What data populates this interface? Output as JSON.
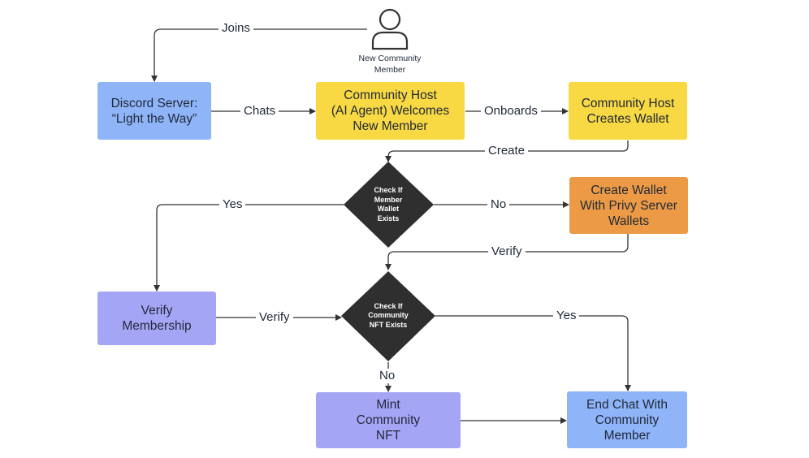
{
  "actor": {
    "label_line1": "New Community",
    "label_line2": "Member"
  },
  "nodes": {
    "discord": {
      "line1": "Discord Server:",
      "line2": "“Light the Way”",
      "color": "#8fb4f8"
    },
    "host_welcome": {
      "line1": "Community Host",
      "line2": "(AI Agent) Welcomes",
      "line3": "New Member",
      "color": "#f8d843"
    },
    "host_wallet": {
      "line1": "Community Host",
      "line2": "Creates Wallet",
      "color": "#f8d843"
    },
    "check_wallet": {
      "line1": "Check If",
      "line2": "Member",
      "line3": "Wallet",
      "line4": "Exists",
      "color": "#2f2f2f"
    },
    "privy_wallet": {
      "line1": "Create Wallet",
      "line2": "With Privy Server",
      "line3": "Wallets",
      "color": "#ec9a45"
    },
    "verify_membership": {
      "line1": "Verify",
      "line2": "Membership",
      "color": "#a5a5f6"
    },
    "check_nft": {
      "line1": "Check If",
      "line2": "Community",
      "line3": "NFT Exists",
      "color": "#2f2f2f"
    },
    "mint_nft": {
      "line1": "Mint",
      "line2": "Community",
      "line3": "NFT",
      "color": "#a5a5f6"
    },
    "end_chat": {
      "line1": "End Chat With",
      "line2": "Community",
      "line3": "Member",
      "color": "#8fb4f8"
    }
  },
  "edges": {
    "joins": "Joins",
    "chats": "Chats",
    "onboards": "Onboards",
    "create": "Create",
    "wallet_yes": "Yes",
    "wallet_no": "No",
    "verify_to_nft": "Verify",
    "membership_verify": "Verify",
    "nft_yes": "Yes",
    "nft_no": "No"
  }
}
